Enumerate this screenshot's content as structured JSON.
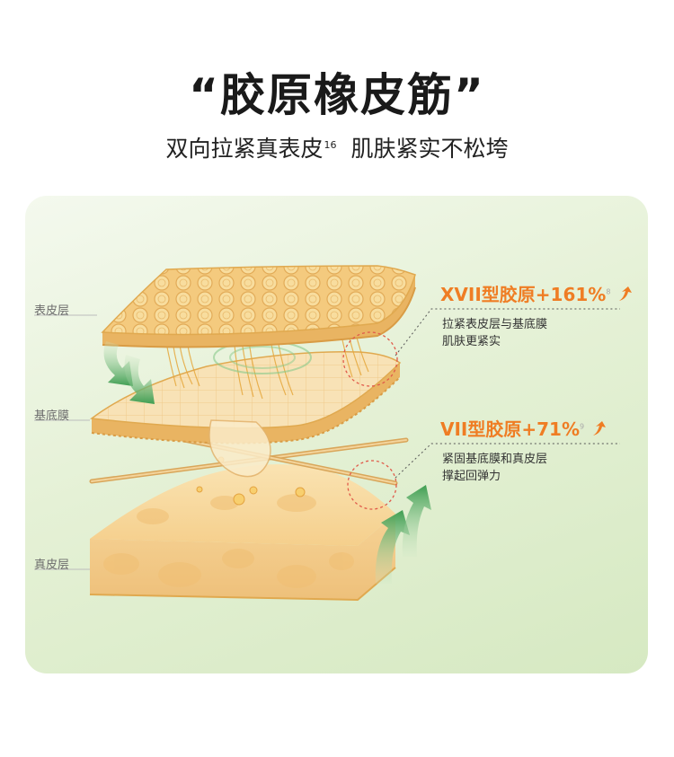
{
  "header": {
    "title": "“胶原橡皮筋”",
    "subtitle_main": "双向拉紧真表皮",
    "subtitle_sup": "16",
    "subtitle_rest": "肌肤紧实不松垮"
  },
  "layers": {
    "epidermis": "表皮层",
    "basement": "基底膜",
    "dermis": "真皮层"
  },
  "callouts": [
    {
      "stat": "XVII型胶原+161%",
      "sup": "8",
      "desc_line1": "拉紧表皮层与基底膜",
      "desc_line2": "肌肤更紧实"
    },
    {
      "stat": "VII型胶原+71%",
      "sup": "9",
      "desc_line1": "紧固基底膜和真皮层",
      "desc_line2": "撑起回弹力"
    }
  ],
  "colors": {
    "accent": "#ef7d24",
    "skin": "#f6d18d",
    "skin_dark": "#e8b865",
    "arrow_green": "#4aa85a"
  },
  "icons": [
    "up-arrow-icon"
  ]
}
